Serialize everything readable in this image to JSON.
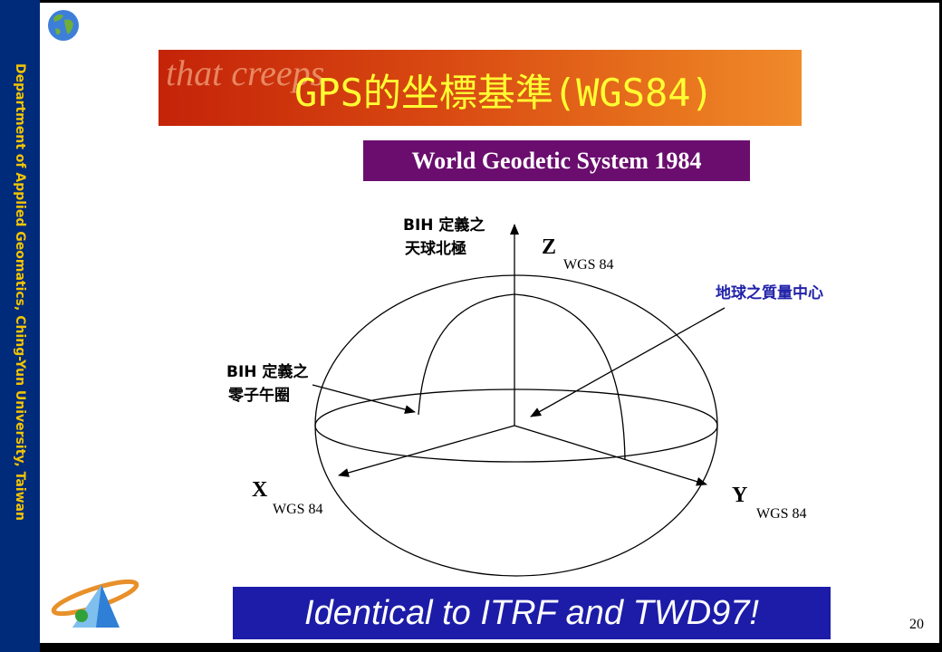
{
  "sidebar": {
    "text": "Department of Applied Geomatics, Ching-Yun University, Taiwan"
  },
  "title": {
    "text": "GPS的坐標基準(WGS84)",
    "watermark": "that creeps"
  },
  "subtitle": "World Geodetic System 1984",
  "diagram": {
    "z_pole_label_1": "BIH 定義之",
    "z_pole_label_2": "天球北極",
    "meridian_label_1": "BIH 定義之",
    "meridian_label_2": "零子午圈",
    "mass_center_label": "地球之質量中心",
    "axis_z": "Z",
    "axis_z_sub": "WGS 84",
    "axis_x": "X",
    "axis_x_sub": "WGS 84",
    "axis_y": "Y",
    "axis_y_sub": "WGS 84",
    "mass_center_color": "#2222aa"
  },
  "footer": "Identical to ITRF and TWD97!",
  "page_number": "20",
  "icons": {
    "globe": "globe-icon",
    "logo": "university-logo-icon"
  },
  "colors": {
    "sidebar": "#002a7a",
    "sidebar_text": "#f2c400",
    "title_text": "#ffff33",
    "subtitle_bg": "#6a0d6e",
    "footer_bg": "#1c1ca8"
  }
}
